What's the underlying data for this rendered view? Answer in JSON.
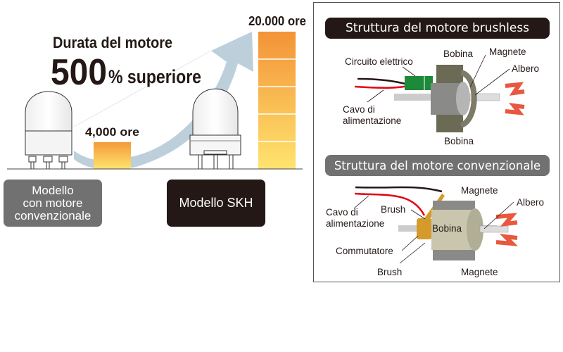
{
  "headline": {
    "line1": "Durata del motore",
    "percent_number": "500",
    "percent_suffix": "% superiore"
  },
  "comparison": {
    "conventional": {
      "label": "Modello con motore convenzionale",
      "label_lines": [
        "Modello",
        "con motore",
        "convenzionale"
      ],
      "hours_label": "4,000 ore",
      "hours": 4000
    },
    "skh": {
      "label": "Modello SKH",
      "hours_label": "20.000 ore",
      "hours": 20000
    },
    "colors": {
      "bar_top": "#f39a3a",
      "bar_bottom": "#ffe36e",
      "arrow": "#bccfdb",
      "conventional_box": "#727171",
      "skh_box": "#231815"
    }
  },
  "panel": {
    "brushless": {
      "title": "Struttura del motore brushless",
      "labels": {
        "circuit": "Circuito elettrico",
        "coil_top": "Bobina",
        "magnet": "Magnete",
        "shaft": "Albero",
        "cable_line1": "Cavo di",
        "cable_line2": "alimentazione",
        "coil_bottom": "Bobina"
      }
    },
    "conventional": {
      "title": "Struttura del motore convenzionale",
      "labels": {
        "magnet_top": "Magnete",
        "shaft": "Albero",
        "cable_line1": "Cavo di",
        "cable_line2": "alimentazione",
        "brush_top": "Brush",
        "coil": "Bobina",
        "commutator": "Commutatore",
        "brush_bottom": "Brush",
        "magnet_bottom": "Magnete"
      }
    }
  }
}
